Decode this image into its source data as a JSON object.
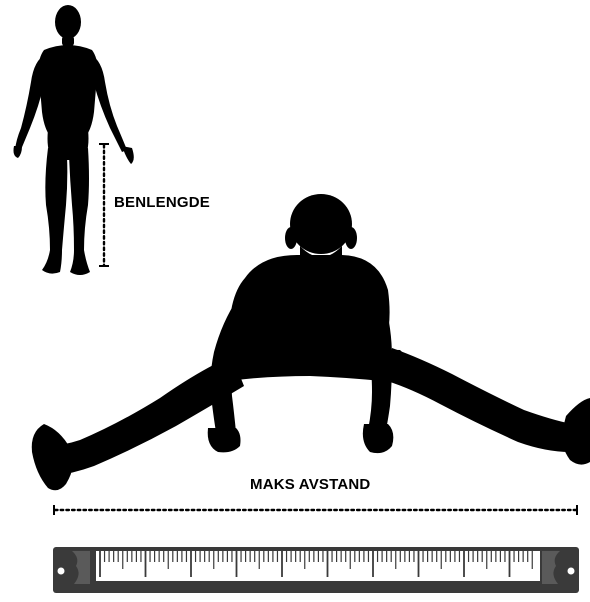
{
  "labels": {
    "leg_length": "BENLENGDE",
    "max_distance": "MAKS AVSTAND"
  },
  "colors": {
    "silhouette": "#000000",
    "ruler_body": "#3a3a3a",
    "ruler_face": "#ffffff",
    "background": "#ffffff"
  },
  "icons": {
    "standing_figure": "standing-person-silhouette",
    "straddle_figure": "straddle-split-person-silhouette",
    "ruler": "tape-measure-ruler"
  }
}
